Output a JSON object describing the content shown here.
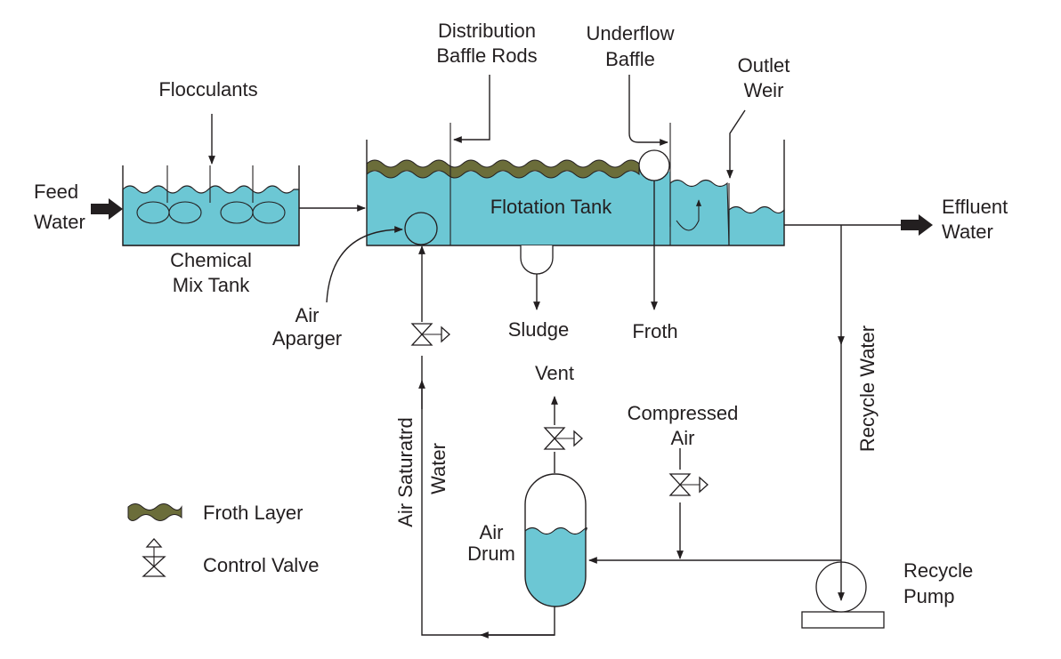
{
  "colors": {
    "water": "#6cc7d4",
    "froth": "#6b6d3a",
    "line": "#231f20",
    "background": "#ffffff"
  },
  "labels": {
    "flocculants": "Flocculants",
    "feed_water_1": "Feed",
    "feed_water_2": "Water",
    "chemical_mix_tank_1": "Chemical",
    "chemical_mix_tank_2": "Mix Tank",
    "distribution_baffle_rods_1": "Distribution",
    "distribution_baffle_rods_2": "Baffle Rods",
    "underflow_baffle_1": "Underflow",
    "underflow_baffle_2": "Baffle",
    "outlet_weir_1": "Outlet",
    "outlet_weir_2": "Weir",
    "flotation_tank": "Flotation Tank",
    "effluent_water_1": "Effluent",
    "effluent_water_2": "Water",
    "air_sparger_1": "Air",
    "air_sparger_2": "Aparger",
    "sludge": "Sludge",
    "froth": "Froth",
    "vent": "Vent",
    "compressed_air_1": "Compressed",
    "compressed_air_2": "Air",
    "recycle_water": "Recycle Water",
    "air_saturated_water_1": "Air Saturatrd",
    "air_saturated_water_2": "Water",
    "air_drum_1": "Air",
    "air_drum_2": "Drum",
    "recycle_pump_1": "Recycle",
    "recycle_pump_2": "Pump"
  },
  "legend": {
    "froth_layer": "Froth Layer",
    "control_valve": "Control Valve"
  },
  "icons": {
    "feed_arrow": "block-arrow-icon",
    "effluent_arrow": "block-arrow-icon",
    "valve": "control-valve-icon",
    "pump": "pump-icon"
  }
}
